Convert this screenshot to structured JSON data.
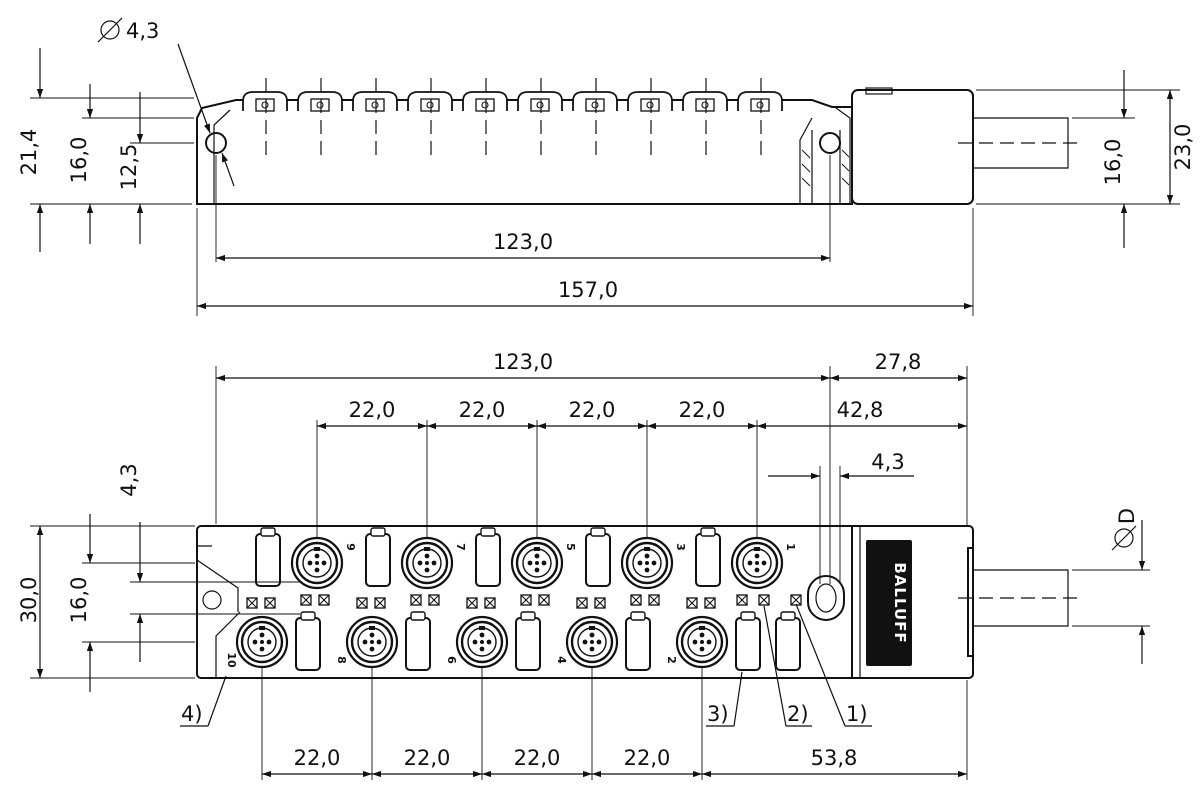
{
  "side_view": {
    "hole_dia": "4,3",
    "height_total": "21,4",
    "height_mid": "16,0",
    "height_hole": "12,5",
    "hole_spacing": "123,0",
    "length_total": "157,0",
    "cable_height": "16,0",
    "housing_height": "23,0"
  },
  "top_view": {
    "hole_spacing": "123,0",
    "head_length": "27,8",
    "port_pitch_top": [
      "22,0",
      "22,0",
      "22,0",
      "22,0"
    ],
    "last_port_to_end": "42,8",
    "hole_dia": "4,3",
    "hole_offset": "4,3",
    "width_total": "30,0",
    "width_mid": "16,0",
    "cable_dia": "D",
    "port_pitch_bottom": [
      "22,0",
      "22,0",
      "22,0",
      "22,0"
    ],
    "first_port_to_end": "53,8",
    "callouts": [
      "1)",
      "2)",
      "3)",
      "4)"
    ],
    "port_numbers_top": [
      "9",
      "7",
      "5",
      "3",
      "1"
    ],
    "port_numbers_bottom": [
      "10",
      "8",
      "6",
      "4",
      "2"
    ],
    "brand": "BALLUFF"
  }
}
